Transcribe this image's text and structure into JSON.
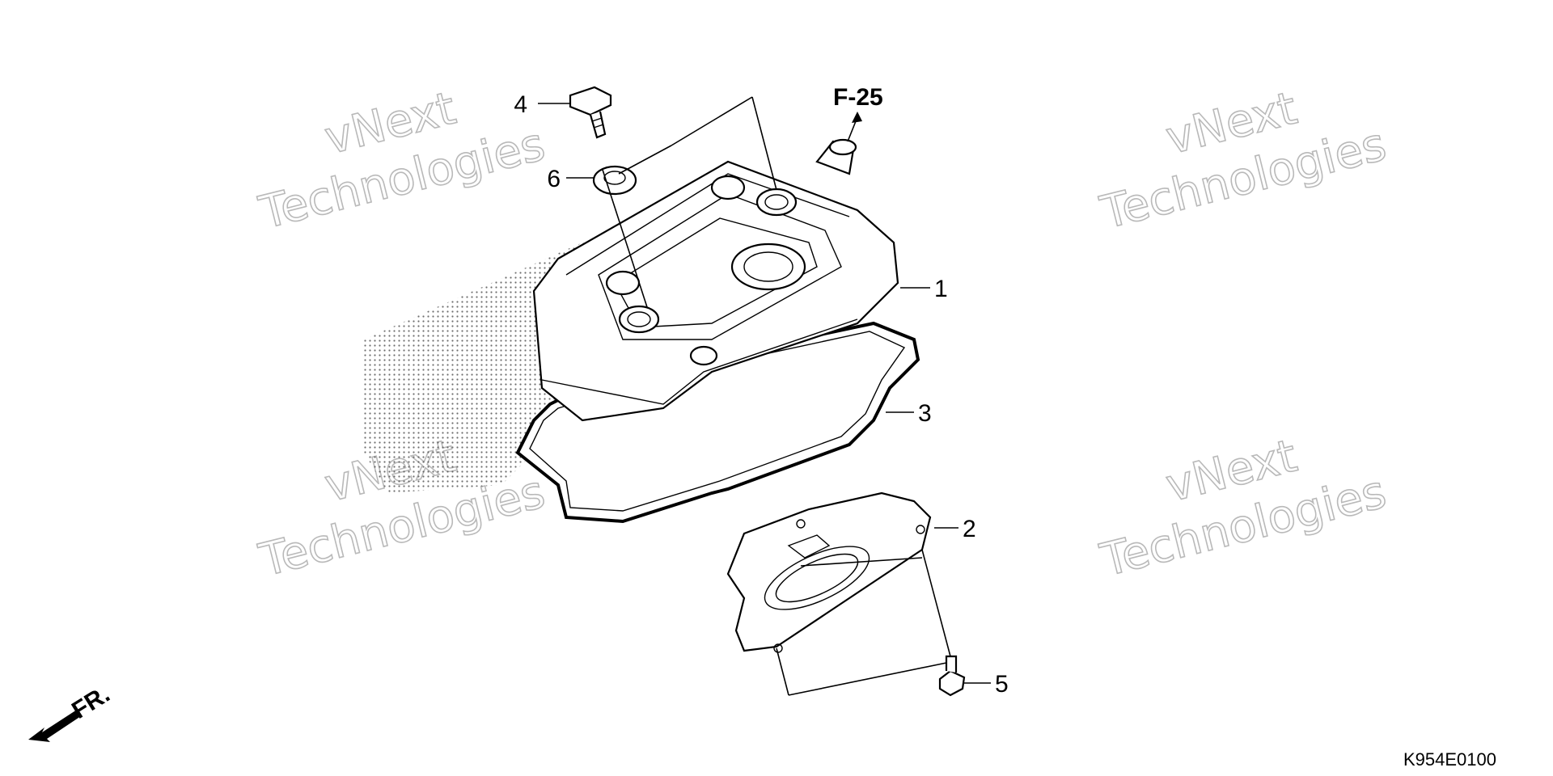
{
  "diagram": {
    "reference": "F-25",
    "catalog_code": "K954E0100",
    "front_indicator": "FR.",
    "callouts": [
      {
        "id": "1",
        "label": "1"
      },
      {
        "id": "2",
        "label": "2"
      },
      {
        "id": "3",
        "label": "3"
      },
      {
        "id": "4",
        "label": "4"
      },
      {
        "id": "5",
        "label": "5"
      },
      {
        "id": "6",
        "label": "6"
      }
    ]
  },
  "watermark": {
    "line1": "vNext",
    "line2": "Technologies"
  }
}
